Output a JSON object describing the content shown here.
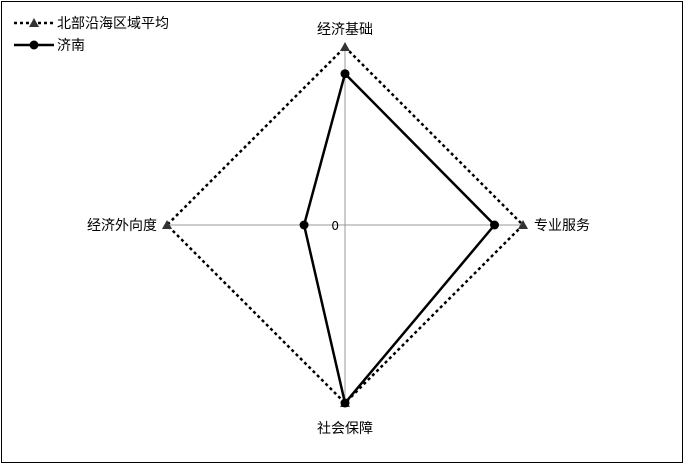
{
  "chart_data": {
    "type": "radar",
    "axes": [
      "经济基础",
      "专业服务",
      "社会保障",
      "经济外向度"
    ],
    "center_label": "0",
    "range": [
      0,
      1
    ],
    "grid": true,
    "legend_position": "top-left",
    "series": [
      {
        "name": "北部沿海区域平均",
        "values": [
          1,
          1,
          1,
          1
        ],
        "style": "dotted",
        "marker": "triangle",
        "color": "#000000",
        "marker_color": "#333333"
      },
      {
        "name": "济南",
        "values": [
          0.85,
          0.84,
          1.0,
          0.23
        ],
        "style": "solid",
        "marker": "circle",
        "color": "#000000",
        "marker_color": "#000000"
      }
    ]
  }
}
